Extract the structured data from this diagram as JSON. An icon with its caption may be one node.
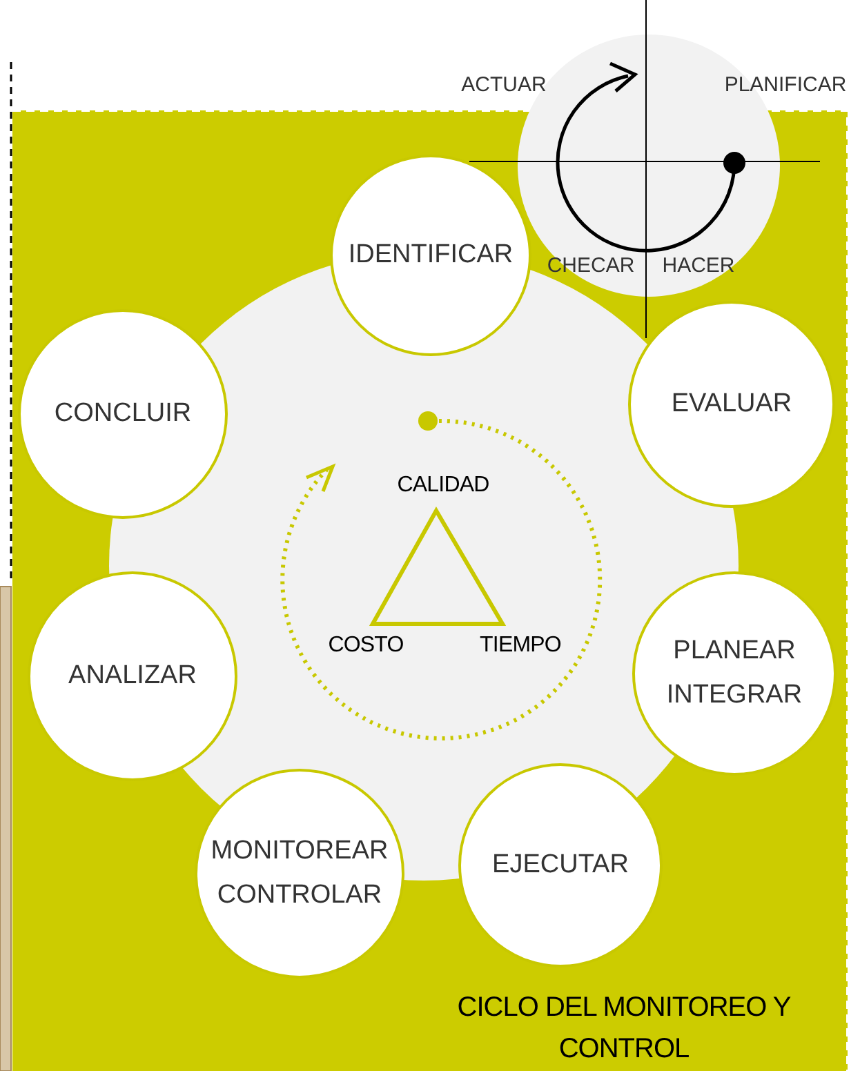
{
  "diagram": {
    "caption": "CICLO DEL MONITOREO Y CONTROL",
    "nodes": [
      {
        "text": [
          "IDENTIFICAR"
        ]
      },
      {
        "text": [
          "EVALUAR"
        ]
      },
      {
        "text": [
          "PLANEAR INTEGRAR"
        ]
      },
      {
        "text": [
          "EJECUTAR"
        ]
      },
      {
        "text": [
          "MONITOREAR CONTROLAR"
        ]
      },
      {
        "text": [
          "ANALIZAR"
        ]
      },
      {
        "text": [
          "CONCLUIR"
        ]
      },
      {
        "text": [],
        "shape": "triangle"
      }
    ],
    "labels": [
      "ACTUAR",
      "PLANIFICAR",
      "CHECAR",
      "HACER",
      "CALIDAD",
      "COSTO",
      "TIEMPO"
    ]
  }
}
